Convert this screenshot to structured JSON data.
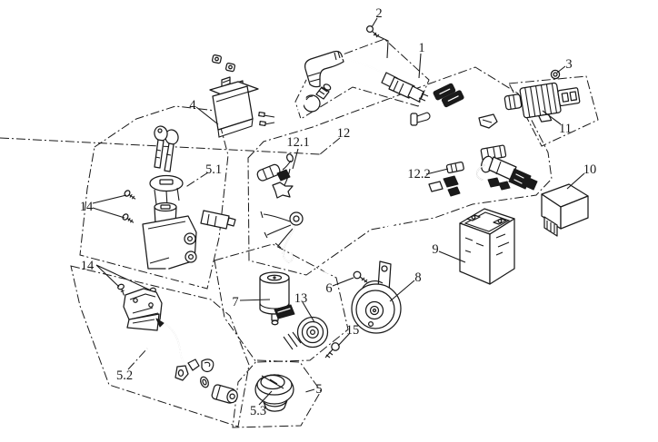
{
  "diagram": {
    "colors": {
      "ink": "#1a1a1a",
      "paper": "#ffffff"
    },
    "labels": [
      {
        "text": "2"
      },
      {
        "text": "1"
      },
      {
        "text": "3"
      },
      {
        "text": "4"
      },
      {
        "text": "11"
      },
      {
        "text": "12"
      },
      {
        "text": "12.1"
      },
      {
        "text": "12.2"
      },
      {
        "text": "10"
      },
      {
        "text": "5.1"
      },
      {
        "text": "14"
      },
      {
        "text": "14"
      },
      {
        "text": "9"
      },
      {
        "text": "8"
      },
      {
        "text": "7"
      },
      {
        "text": "13"
      },
      {
        "text": "6"
      },
      {
        "text": "15"
      },
      {
        "text": "5.2"
      },
      {
        "text": "5.3"
      },
      {
        "text": "5"
      }
    ]
  }
}
